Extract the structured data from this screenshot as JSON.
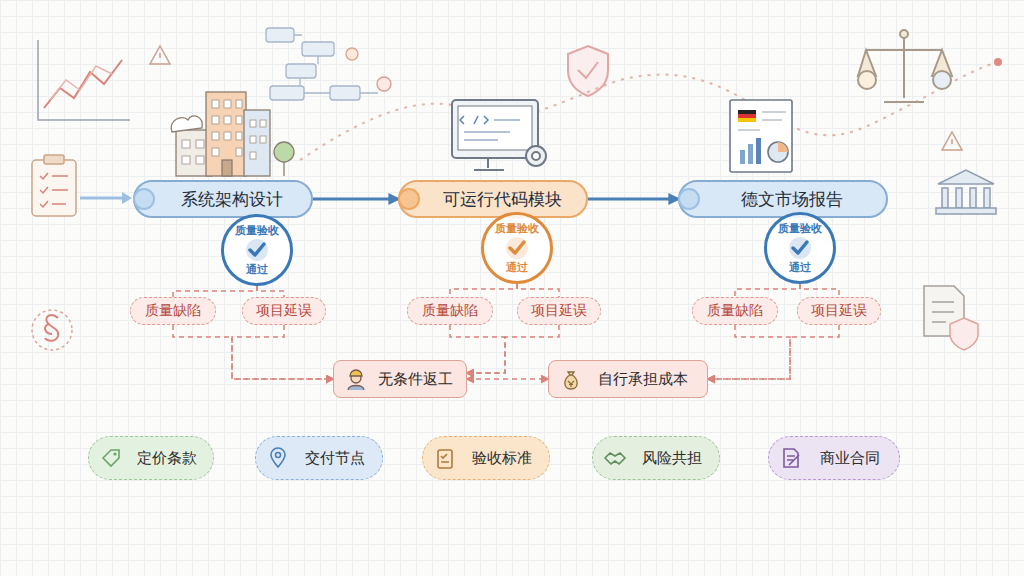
{
  "diagram": {
    "nodes": [
      {
        "text": [
          "系统架构设计"
        ]
      },
      {
        "text": [
          "可运行代码模块"
        ]
      },
      {
        "text": [
          "德文市场报告"
        ]
      },
      {
        "text": [
          "质量验收",
          "通过"
        ]
      },
      {
        "text": [
          "质量验收",
          "通过"
        ]
      },
      {
        "text": [
          "质量验收",
          "通过"
        ]
      },
      {
        "text": [
          "质量缺陷"
        ]
      },
      {
        "text": [
          "项目延误"
        ]
      },
      {
        "text": [
          "质量缺陷"
        ]
      },
      {
        "text": [
          "项目延误"
        ]
      },
      {
        "text": [
          "质量缺陷"
        ]
      },
      {
        "text": [
          "项目延误"
        ]
      },
      {
        "text": [
          "无条件返工"
        ]
      },
      {
        "text": [
          "自行承担成本"
        ]
      },
      {
        "text": [
          "定价条款"
        ]
      },
      {
        "text": [
          "交付节点"
        ]
      },
      {
        "text": [
          "验收标准"
        ]
      },
      {
        "text": [
          "风险共担"
        ]
      },
      {
        "text": [
          "商业合同"
        ]
      }
    ],
    "edges": [
      {
        "from": 0,
        "to": 1,
        "arrow": "to"
      },
      {
        "from": 1,
        "to": 2,
        "arrow": "to"
      },
      {
        "from": 3,
        "to": 6,
        "arrow": "none"
      },
      {
        "from": 3,
        "to": 7,
        "arrow": "none"
      },
      {
        "from": 4,
        "to": 8,
        "arrow": "none"
      },
      {
        "from": 4,
        "to": 9,
        "arrow": "none"
      },
      {
        "from": 5,
        "to": 10,
        "arrow": "none"
      },
      {
        "from": 5,
        "to": 11,
        "arrow": "none"
      },
      {
        "from": 6,
        "to": 12,
        "arrow": "to"
      },
      {
        "from": 7,
        "to": 12,
        "arrow": "to"
      },
      {
        "from": 8,
        "to": 12,
        "arrow": "to"
      },
      {
        "from": 9,
        "to": 12,
        "arrow": "to"
      },
      {
        "from": 10,
        "to": 13,
        "arrow": "to"
      },
      {
        "from": 11,
        "to": 13,
        "arrow": "to"
      },
      {
        "from": 12,
        "to": 13,
        "arrow": "both"
      }
    ]
  }
}
